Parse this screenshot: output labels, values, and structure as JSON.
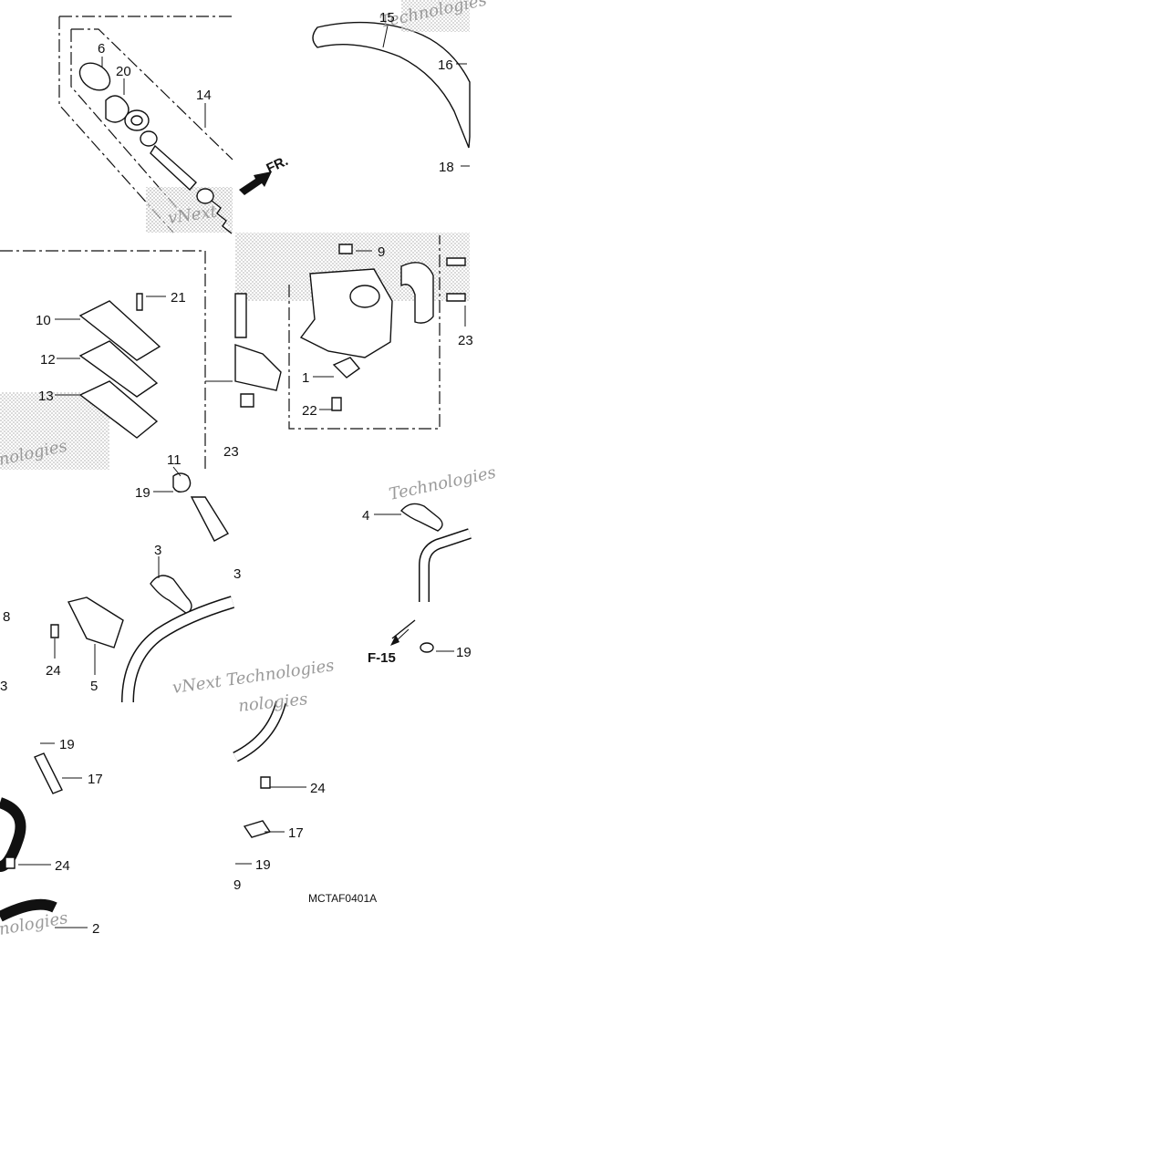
{
  "diagram": {
    "diagram_code": "MCTAF0401A",
    "direction_label": "FR.",
    "section_ref": "F-15",
    "watermarks": [
      "vNext Technologies",
      "Technologies",
      "vNext",
      "nologies"
    ],
    "callouts": [
      {
        "id": "c6",
        "text": "6"
      },
      {
        "id": "c20",
        "text": "20"
      },
      {
        "id": "c14",
        "text": "14"
      },
      {
        "id": "c15",
        "text": "15"
      },
      {
        "id": "c16",
        "text": "16"
      },
      {
        "id": "c18",
        "text": "18"
      },
      {
        "id": "c9",
        "text": "9"
      },
      {
        "id": "c21",
        "text": "21"
      },
      {
        "id": "c10",
        "text": "10"
      },
      {
        "id": "c12",
        "text": "12"
      },
      {
        "id": "c13",
        "text": "13"
      },
      {
        "id": "c1",
        "text": "1"
      },
      {
        "id": "c22",
        "text": "22"
      },
      {
        "id": "c23a",
        "text": "23"
      },
      {
        "id": "c23b",
        "text": "23"
      },
      {
        "id": "c11",
        "text": "11"
      },
      {
        "id": "c19a",
        "text": "19"
      },
      {
        "id": "c3a",
        "text": "3"
      },
      {
        "id": "c3b",
        "text": "3"
      },
      {
        "id": "c4",
        "text": "4"
      },
      {
        "id": "c19b",
        "text": "19"
      },
      {
        "id": "c8",
        "text": "8"
      },
      {
        "id": "c24a",
        "text": "24"
      },
      {
        "id": "c5",
        "text": "5"
      },
      {
        "id": "c3c",
        "text": "3"
      },
      {
        "id": "c19c",
        "text": "19"
      },
      {
        "id": "c17a",
        "text": "17"
      },
      {
        "id": "c24b",
        "text": "24"
      },
      {
        "id": "c17b",
        "text": "17"
      },
      {
        "id": "c24c",
        "text": "24"
      },
      {
        "id": "c19d",
        "text": "19"
      },
      {
        "id": "c9b",
        "text": "9"
      },
      {
        "id": "c2",
        "text": "2"
      }
    ]
  }
}
